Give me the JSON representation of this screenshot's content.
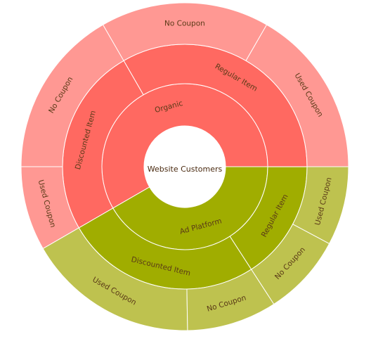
{
  "chart_data": {
    "type": "sunburst",
    "center_label": "Website Customers",
    "colors": {
      "Organic": {
        "level1": "#ff6961",
        "level2": "#ff6961",
        "level3": "#ff9893"
      },
      "Ad Platform": {
        "level1": "#a0ad00",
        "level2": "#a0ad00",
        "level3": "#bec24f"
      }
    },
    "root": {
      "name": "Website Customers",
      "children": [
        {
          "name": "Organic",
          "value": 0.5833,
          "children": [
            {
              "name": "Regular Item",
              "value": 0.3333,
              "children": [
                {
                  "name": "Used Coupon",
                  "value": 0.1667
                },
                {
                  "name": "No Coupon",
                  "value": 0.1667
                }
              ]
            },
            {
              "name": "Discounted Item",
              "value": 0.25,
              "children": [
                {
                  "name": "No Coupon",
                  "value": 0.1667
                },
                {
                  "name": "Used Coupon",
                  "value": 0.0833
                }
              ]
            }
          ]
        },
        {
          "name": "Ad Platform",
          "value": 0.4167,
          "children": [
            {
              "name": "Discounted Item",
              "value": 0.2583,
              "children": [
                {
                  "name": "Used Coupon",
                  "value": 0.1694
                },
                {
                  "name": "No Coupon",
                  "value": 0.0889
                }
              ]
            },
            {
              "name": "Regular Item",
              "value": 0.1583,
              "children": [
                {
                  "name": "No Coupon",
                  "value": 0.0806
                },
                {
                  "name": "Used Coupon",
                  "value": 0.0778
                }
              ]
            }
          ]
        }
      ]
    }
  }
}
